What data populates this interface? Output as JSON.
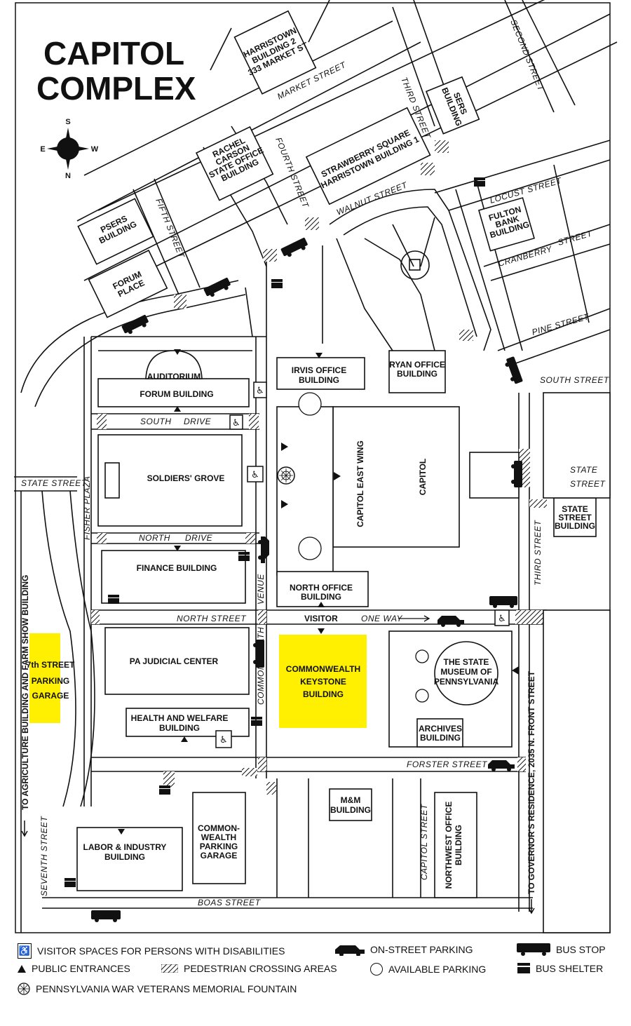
{
  "title": {
    "line1": "CAPITOL",
    "line2": "COMPLEX"
  },
  "compass": {
    "s": "S",
    "e": "E",
    "w": "W",
    "n": "N"
  },
  "streets": {
    "market": "MARKET STREET",
    "second": "SECOND STREET",
    "third_top": "THIRD STREET",
    "fourth": "FOURTH STREET",
    "fifth": "FIFTH STREET",
    "walnut": "WALNUT STREET",
    "locust": "LOCUST STREET",
    "cranberry": "CRANBERRY",
    "cranberry_street": "STREET",
    "pine": "PINE STREET",
    "south_street": "SOUTH STREET",
    "south_drive_1": "SOUTH",
    "south_drive_2": "DRIVE",
    "north_drive_1": "NORTH",
    "north_drive_2": "DRIVE",
    "state_street_left": "STATE STREET",
    "state_right_1": "STATE",
    "state_right_2": "STREET",
    "fisher_plaza": "FISHER PLAZA",
    "third_right": "THIRD STREET",
    "north_street": "NORTH STREET",
    "visitor": "VISITOR",
    "one_way": "ONE WAY",
    "venue": "VENUE",
    "commonwealth": "COMMONWEALTH",
    "forster": "FORSTER STREET",
    "capitol_street": "CAPITOL STREET",
    "seventh": "SEVENTH STREET",
    "boas": "BOAS STREET",
    "to_agriculture": "TO AGRICULTURE BUILDING AND FARM SHOW BUILDING",
    "to_governor": "TO GOVERNOR'S RESIDENCE, 2035 N. FRONT  STREET"
  },
  "buildings": {
    "harristown2": [
      "HARRISTOWN",
      "BUILDING 2",
      "333 MARKET ST"
    ],
    "sers": [
      "SERS",
      "BUILDING"
    ],
    "rachel_carson": [
      "RACHEL",
      "CARSON",
      "STATE OFFICE",
      "BUILDING"
    ],
    "strawberry": [
      "STRAWBERRY SQUARE",
      "HARRISTOWN BUILDING 1"
    ],
    "psers": [
      "PSERS",
      "BUILDING"
    ],
    "forum_place": [
      "FORUM",
      "PLACE"
    ],
    "fulton": [
      "FULTON",
      "BANK",
      "BUILDING"
    ],
    "auditorium": "AUDITORIUM",
    "forum_building": "FORUM BUILDING",
    "irvis": [
      "IRVIS OFFICE",
      "BUILDING"
    ],
    "ryan": [
      "RYAN OFFICE",
      "BUILDING"
    ],
    "soldiers_grove": "SOLDIERS' GROVE",
    "capitol_east_wing": "CAPITOL EAST WING",
    "capitol": "CAPITOL",
    "state_street_building": [
      "STATE",
      "STREET",
      "BUILDING"
    ],
    "finance": "FINANCE BUILDING",
    "north_office": [
      "NORTH OFFICE",
      "BUILDING"
    ],
    "pa_judicial": "PA JUDICIAL CENTER",
    "commonwealth_keystone": [
      "COMMONWEALTH",
      "KEYSTONE",
      "BUILDING"
    ],
    "state_museum": [
      "THE STATE",
      "MUSEUM OF",
      "PENNSYLVANIA"
    ],
    "health_welfare": [
      "HEALTH AND WELFARE",
      "BUILDING"
    ],
    "archives": [
      "ARCHIVES",
      "BUILDING"
    ],
    "seventh_garage": [
      "7th STREET",
      "PARKING",
      "GARAGE"
    ],
    "mm": [
      "M&M",
      "BUILDING"
    ],
    "northwest": [
      "NORTHWEST OFFICE",
      "BUILDING"
    ],
    "labor": [
      "LABOR & INDUSTRY",
      "BUILDING"
    ],
    "commonwealth_garage": [
      "COMMON-",
      "WEALTH",
      "PARKING",
      "GARAGE"
    ]
  },
  "legend": {
    "disabilities": "VISITOR SPACES FOR PERSONS WITH DISABILITIES",
    "on_street": "ON-STREET PARKING",
    "bus_stop": "BUS STOP",
    "entrances": "PUBLIC ENTRANCES",
    "crossing": "PEDESTRIAN CROSSING AREAS",
    "available": "AVAILABLE PARKING",
    "shelter": "BUS SHELTER",
    "fountain": "PENNSYLVANIA WAR VETERANS MEMORIAL FOUNTAIN"
  },
  "colors": {
    "highlight": "#ffef00",
    "ink": "#111111",
    "paper": "#ffffff"
  }
}
